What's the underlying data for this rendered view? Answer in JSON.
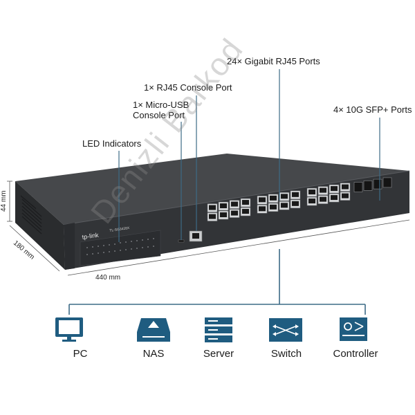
{
  "callouts": {
    "gigabit_ports": "24× Gigabit RJ45 Ports",
    "console_rj45": "1× RJ45 Console Port",
    "console_usb_line1": "1× Micro-USB",
    "console_usb_line2": "Console Port",
    "sfp_ports": "4× 10G SFP+ Ports",
    "led_indicators": "LED Indicators"
  },
  "dimensions": {
    "height": "44 mm",
    "depth": "180 mm",
    "width": "440 mm"
  },
  "device": {
    "brand": "tp-link",
    "model": "TL-SG3428X"
  },
  "connected_devices": [
    {
      "label": "PC",
      "icon": "pc-icon"
    },
    {
      "label": "NAS",
      "icon": "nas-icon"
    },
    {
      "label": "Server",
      "icon": "server-icon"
    },
    {
      "label": "Switch",
      "icon": "switch-icon"
    },
    {
      "label": "Controller",
      "icon": "controller-icon"
    }
  ],
  "watermark": "Denizli Barkod",
  "colors": {
    "accent": "#1f5c80",
    "chassis": "#3a3c3f",
    "front_panel": "#2e3033"
  }
}
